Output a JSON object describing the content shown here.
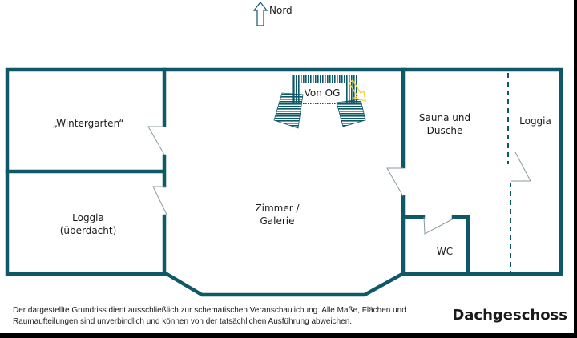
{
  "compass": {
    "label": "Nord",
    "icon": "north-arrow-icon"
  },
  "rooms": {
    "wintergarten": "„Wintergarten“",
    "loggia_left": [
      "Loggia",
      "(überdacht)"
    ],
    "zimmer": [
      "Zimmer /",
      "Galerie"
    ],
    "stairs": "Von OG",
    "sauna": [
      "Sauna und",
      "Dusche"
    ],
    "loggia_right": "Loggia",
    "wc": "WC"
  },
  "footer": {
    "disclaimer": [
      "Der dargestellte Grundriss dient ausschließlich zur schematischen Veranschaulichung. Alle Maße, Flächen und",
      "Raumaufteilungen sind unverbindlich und können von der tatsächlichen Ausführung abweichen."
    ],
    "floor_title": "Dachgeschoss"
  },
  "colors": {
    "wall": "#0f5868",
    "door": "#8a9aa0",
    "arrow": "#f2d94a"
  }
}
